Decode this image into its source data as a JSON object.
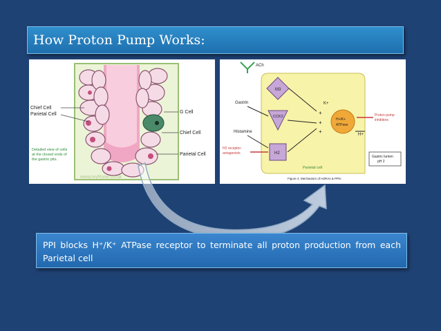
{
  "title": "How Proton Pump Works:",
  "left_image": {
    "labels": {
      "chief_cell_parietal": "Chief Cell\nParietal Cell",
      "g_cell": "G Cell",
      "chief_cell": "Chief Cell",
      "parietal_cell": "Parietal Cell",
      "detail_note": "Detailed view of cells\nat the closed ends of\nthe gastric pits.",
      "watermark": "www.ivyRose.co.uk"
    }
  },
  "right_image": {
    "labels": {
      "ach": "ACh",
      "m3": "M3",
      "gastrin": "Gastrin",
      "cck2": "CCK2",
      "histamine": "Histamine",
      "h2": "H2",
      "h2_antagonists": "H2 receptor-\nantagonists",
      "k_plus": "K+",
      "h_plus": "H+",
      "pump": "H+/K+\nATPase",
      "ppi": "Proton pump\ninhibitors",
      "parietal_cell": "Parietal cell",
      "lumen": "Gastric lumen\npH 2",
      "figure_caption": "Figure 4. Mechanism of H2RAs & PPIs"
    }
  },
  "caption": {
    "text": "PPI blocks H⁺/K⁺ ATPase receptor to terminate all proton production from each Parietal cell"
  }
}
